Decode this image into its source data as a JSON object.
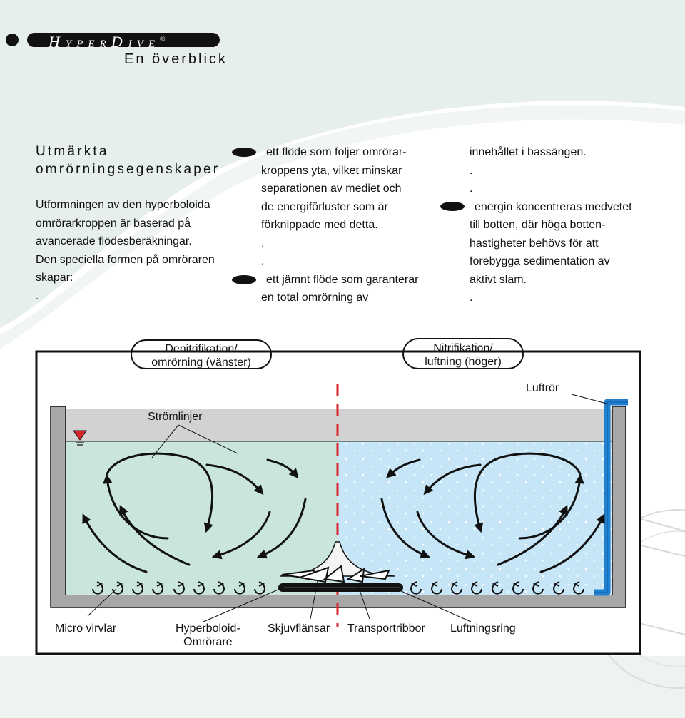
{
  "header": {
    "brand_main": "HYPERDIVE",
    "registered_mark": "®",
    "subtitle": "En överblick"
  },
  "intro": {
    "title_line1": "Utmärkta",
    "title_line2": "omrörningsegenskaper",
    "lines": [
      "Utformningen av den hyperboloida",
      "omrörarkroppen är baserad på",
      "avancerade flödesberäkningar.",
      "Den speciella formen på omröraren",
      "skapar:",
      "."
    ]
  },
  "middle": {
    "lines": [
      "ett flöde som följer omrörar-",
      "kroppens yta, vilket minskar",
      "separationen av mediet och",
      "de energiförluster som är",
      "förknippade med detta.",
      ".",
      ".",
      "ett jämnt flöde som garanterar",
      "en total omrörning av"
    ]
  },
  "right": {
    "lines": [
      "innehållet i bassängen.",
      ".",
      ".",
      "energin koncentreras medvetet",
      "till botten, där höga botten-",
      "hastigheter behövs för att",
      "förebygga sedimentation av",
      "aktivt slam.",
      "."
    ]
  },
  "diagram": {
    "left_zone": {
      "line1": "Denitrifikation/",
      "line2": "omrörning (vänster)",
      "color": "#c9e5dc"
    },
    "right_zone": {
      "line1": "Nitrifikation/",
      "line2": "luftning (höger)",
      "color": "#c6e6f7"
    },
    "labels": {
      "luftror": "Luftrör",
      "stromlinjer": "Strömlinjer",
      "micro_virvlar": "Micro virvlar",
      "hyperboloid_line1": "Hyperboloid-",
      "hyperboloid_line2": "Omrörare",
      "skjuvflansar": "Skjuvflänsar",
      "transportribbor": "Transportribbor",
      "luftningsring": "Luftningsring"
    },
    "colors": {
      "air_pipe": "#1f7fd0",
      "divider": "#d9262b",
      "water_level_marker": "#d9262b",
      "tank_wall": "#a7a7a7",
      "headspace": "#d2d2d2"
    }
  }
}
